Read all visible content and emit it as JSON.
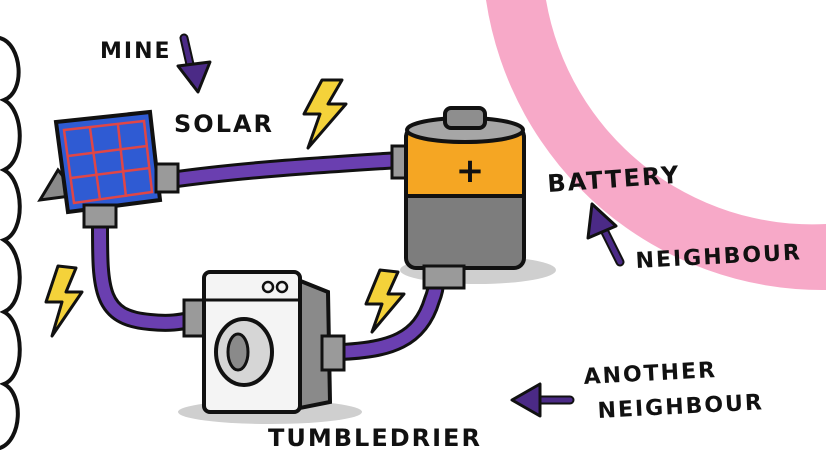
{
  "labels": {
    "mine": "MINE",
    "solar": "SOLAR",
    "battery": "BATTERY",
    "neighbour": "NEIGHBOUR",
    "another_neighbour_line1": "ANOTHER",
    "another_neighbour_line2": "NEIGHBOUR",
    "tumbledrier": "TUMBLEDRIER"
  },
  "battery_symbol": "+",
  "colors": {
    "cable": "#6a3fb0",
    "arrow": "#4b2a86",
    "neighbour_ring": "#f7a9c8",
    "battery_top": "#f5a623",
    "battery_body": "#7d7d7d",
    "solar_panel": "#2f5bd3",
    "solar_grid": "#e04646",
    "bolt": "#f4d23a"
  },
  "icons": {
    "lightning": "lightning-bolt-icon",
    "arrow": "down-arrow-icon"
  }
}
